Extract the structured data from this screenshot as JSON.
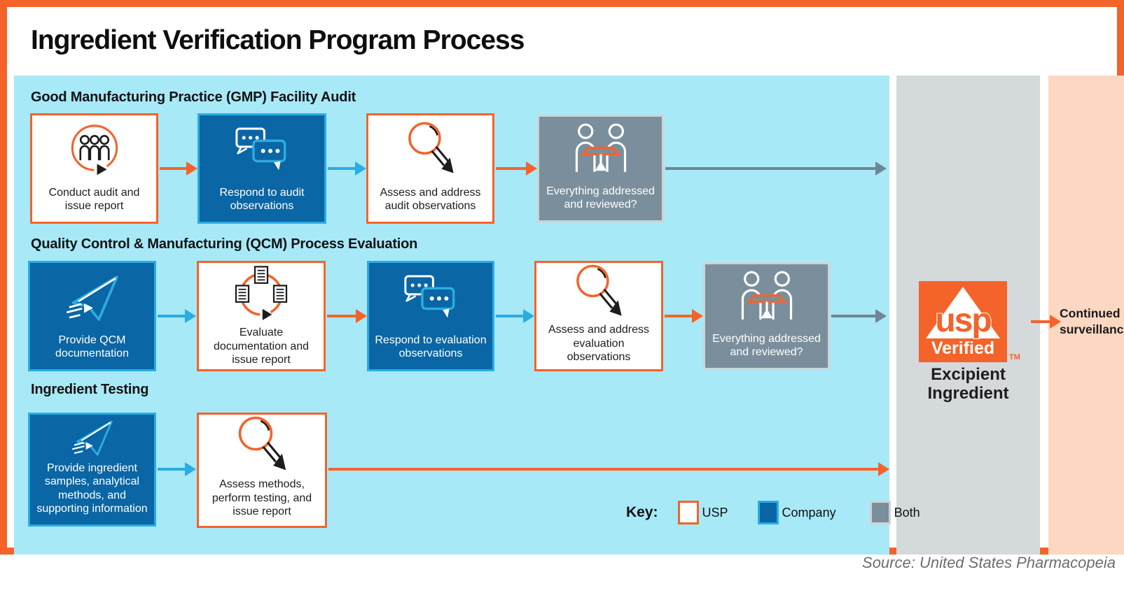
{
  "title": "Ingredient Verification Program Process",
  "source_note": "Source: United States Pharmacopeia",
  "colors": {
    "orange": "#F4632A",
    "light_blue_bg": "#A8E9F8",
    "dark_blue": "#0A66A4",
    "cyan": "#2BACE2",
    "gray_box": "#7A8F9B",
    "gray_panel": "#D4D9DB",
    "pink_panel": "#FCD8C3",
    "gray_arrow": "#6E8695"
  },
  "rows": [
    {
      "heading": "Good Manufacturing Practice (GMP) Facility Audit",
      "steps": [
        {
          "owner": "usp",
          "icon": "audit-people-icon",
          "label": "Conduct audit and issue report"
        },
        {
          "owner": "company",
          "icon": "chat-bubbles-icon",
          "label": "Respond to audit observations"
        },
        {
          "owner": "usp",
          "icon": "magnifier-arrow-icon",
          "label": "Assess and address audit observations"
        },
        {
          "owner": "both",
          "icon": "meeting-table-icon",
          "label": "Everything addressed and reviewed?"
        }
      ]
    },
    {
      "heading": "Quality Control & Manufacturing (QCM) Process Evaluation",
      "steps": [
        {
          "owner": "company",
          "icon": "paper-plane-icon",
          "label": "Provide QCM documentation"
        },
        {
          "owner": "usp",
          "icon": "documents-cycle-icon",
          "label": "Evaluate documentation and issue report"
        },
        {
          "owner": "company",
          "icon": "chat-bubbles-icon",
          "label": "Respond to evaluation observations"
        },
        {
          "owner": "usp",
          "icon": "magnifier-arrow-icon",
          "label": "Assess and address evaluation observations"
        },
        {
          "owner": "both",
          "icon": "meeting-table-icon",
          "label": "Everything addressed and reviewed?"
        }
      ]
    },
    {
      "heading": "Ingredient Testing",
      "steps": [
        {
          "owner": "company",
          "icon": "paper-plane-icon",
          "label": "Provide ingredient samples, analytical methods, and supporting information"
        },
        {
          "owner": "usp",
          "icon": "magnifier-arrow-icon",
          "label": "Assess methods, perform testing, and issue report"
        }
      ]
    }
  ],
  "outcome": {
    "logo_text": "usp",
    "logo_subtext": "Verified",
    "trademark": "TM",
    "label": "Excipient Ingredient"
  },
  "surveillance": {
    "label": "Continued surveillance"
  },
  "key": {
    "label": "Key:",
    "items": [
      {
        "label": "USP"
      },
      {
        "label": "Company"
      },
      {
        "label": "Both"
      }
    ]
  }
}
